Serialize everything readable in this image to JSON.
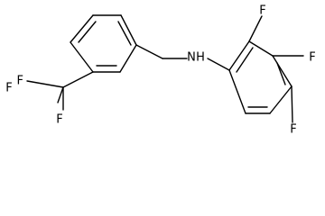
{
  "molecule": {
    "atoms": {
      "f_cf3_left": "F",
      "f_cf3_top": "F",
      "f_cf3_bottom": "F",
      "amine_nitrogen": "H",
      "amine_hydrogen": "N",
      "f_ring_2": "F",
      "f_ring_3": "F",
      "f_ring_4": "F"
    },
    "colors": {
      "ink": "#000000",
      "background": "#ffffff"
    }
  }
}
